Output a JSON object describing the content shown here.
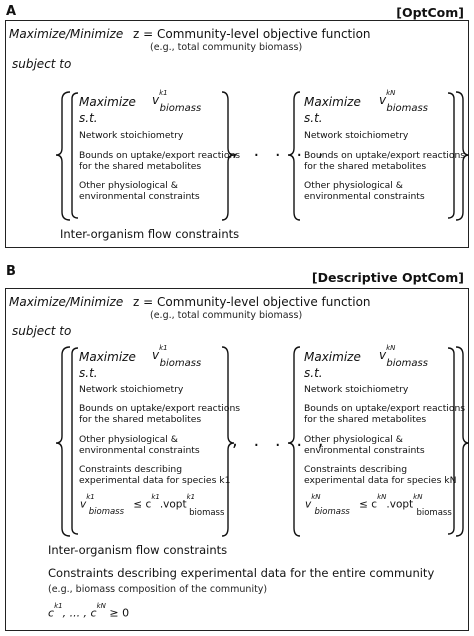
{
  "panel_a": {
    "letter": "A",
    "tag": "[OptCom]",
    "objective_left": "Maximize/Minimize",
    "objective_right": "z = Community-level objective function",
    "objective_note": "(e.g., total community biomass)",
    "subject_to": "subject to",
    "inner_left": {
      "maximize": "Maximize",
      "st": "s.t.",
      "v_label": "v",
      "v_sup": "k1",
      "v_sub": "biomass",
      "items": [
        "Network stoichiometry",
        "Bounds on uptake/export reactions",
        "for the shared metabolites",
        "Other physiological &",
        "environmental constraints"
      ]
    },
    "inner_right": {
      "maximize": "Maximize",
      "st": "s.t.",
      "v_label": "v",
      "v_sup": "kN",
      "v_sub": "biomass",
      "items": [
        "Network stoichiometry",
        "Bounds on uptake/export reactions",
        "for the shared metabolites",
        "Other physiological &",
        "environmental constraints"
      ]
    },
    "dots": ", . . . ,",
    "flow": "Inter-organism flow constraints"
  },
  "panel_b": {
    "letter": "B",
    "tag": "[Descriptive OptCom]",
    "objective_left": "Maximize/Minimize",
    "objective_right": "z = Community-level objective function",
    "objective_note": "(e.g., total community biomass)",
    "subject_to": "subject to",
    "inner_left": {
      "maximize": "Maximize",
      "st": "s.t.",
      "v_label": "v",
      "v_sup": "k1",
      "v_sub": "biomass",
      "items": [
        "Network stoichiometry",
        "Bounds on uptake/export reactions",
        "for the shared metabolites",
        "Other physiological &",
        "environmental constraints",
        "Constraints describing",
        "experimental data for species k1"
      ],
      "ineq_left": "v",
      "ineq_sup": "k1",
      "ineq_sub": "biomass",
      "ineq_rel": "≤ c",
      "ineq_c_sup": "k1",
      "ineq_tail": ".vopt",
      "ineq_tail_sup": "k1",
      "ineq_tail_sub": "biomass"
    },
    "inner_right": {
      "maximize": "Maximize",
      "st": "s.t.",
      "v_label": "v",
      "v_sup": "kN",
      "v_sub": "biomass",
      "items": [
        "Network stoichiometry",
        "Bounds on uptake/export reactions",
        "for the shared metabolites",
        "Other physiological &",
        "environmental constraints",
        "Constraints describing",
        "experimental data for species kN"
      ],
      "ineq_left": "v",
      "ineq_sup": "kN",
      "ineq_sub": "biomass",
      "ineq_rel": "≤ c",
      "ineq_c_sup": "kN",
      "ineq_tail": ".vopt",
      "ineq_tail_sup": "kN",
      "ineq_tail_sub": "biomass"
    },
    "dots": ", . . . ,",
    "flow": "Inter-organism flow constraints",
    "community": "Constraints describing experimental data for the entire community",
    "community_note": "(e.g., biomass composition of the community)",
    "final_c1": "c",
    "final_c1_sup": "k1",
    "final_mid": ", ... , c",
    "final_cN_sup": "kN",
    "final_rel": "≥ 0"
  }
}
